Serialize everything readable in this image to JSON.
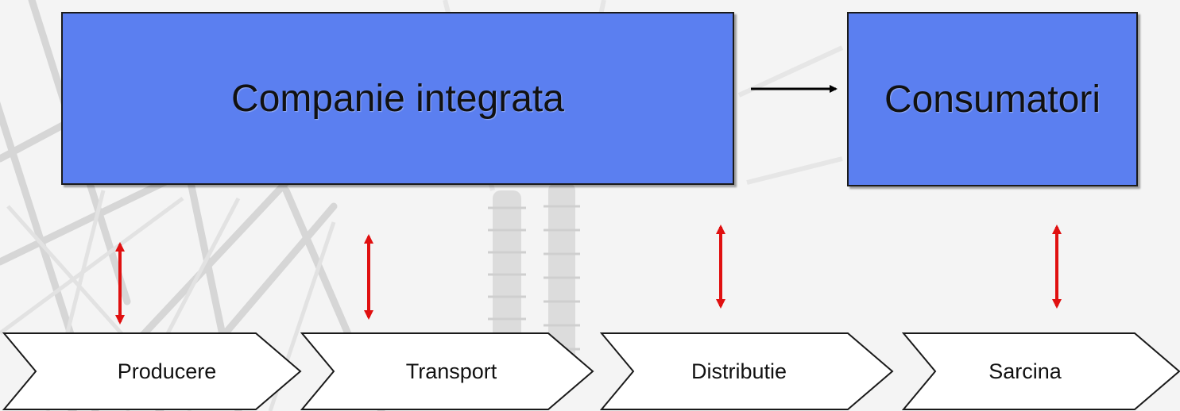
{
  "diagram": {
    "top": {
      "company_label": "Companie integrata",
      "consumers_label": "Consumatori"
    },
    "stages": [
      {
        "label": "Producere"
      },
      {
        "label": "Transport"
      },
      {
        "label": "Distributie"
      },
      {
        "label": "Sarcina"
      }
    ],
    "colors": {
      "box_fill": "#5b7ff0",
      "arrow_red": "#e01010",
      "arrow_black": "#000000",
      "chevron_fill": "#ffffff"
    }
  }
}
